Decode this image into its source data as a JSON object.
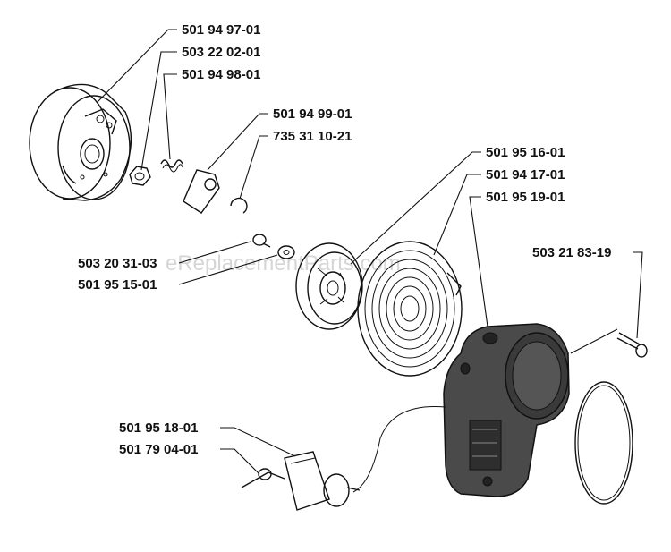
{
  "diagram": {
    "watermark": "eReplacementParts.com",
    "part_labels": [
      "501 94 97-01",
      "503 22 02-01",
      "501 94 98-01",
      "501 94 99-01",
      "735 31 10-21",
      "501 95 16-01",
      "501 94 17-01",
      "501 95 19-01",
      "503 21 83-19",
      "503 20 31-03",
      "501 95 15-01",
      "501 95 18-01",
      "501 79 04-01"
    ],
    "colors": {
      "ink": "#111111",
      "housing_fill": "#4a4a4a",
      "watermark": "#d6d6d6"
    }
  }
}
